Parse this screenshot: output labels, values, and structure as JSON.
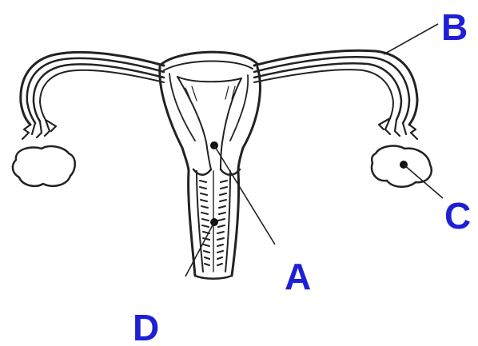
{
  "diagram": {
    "label_color": "#1f1fd6",
    "ink_color": "#222222",
    "labels": {
      "a": "A",
      "b": "B",
      "c": "C",
      "d": "D"
    }
  }
}
